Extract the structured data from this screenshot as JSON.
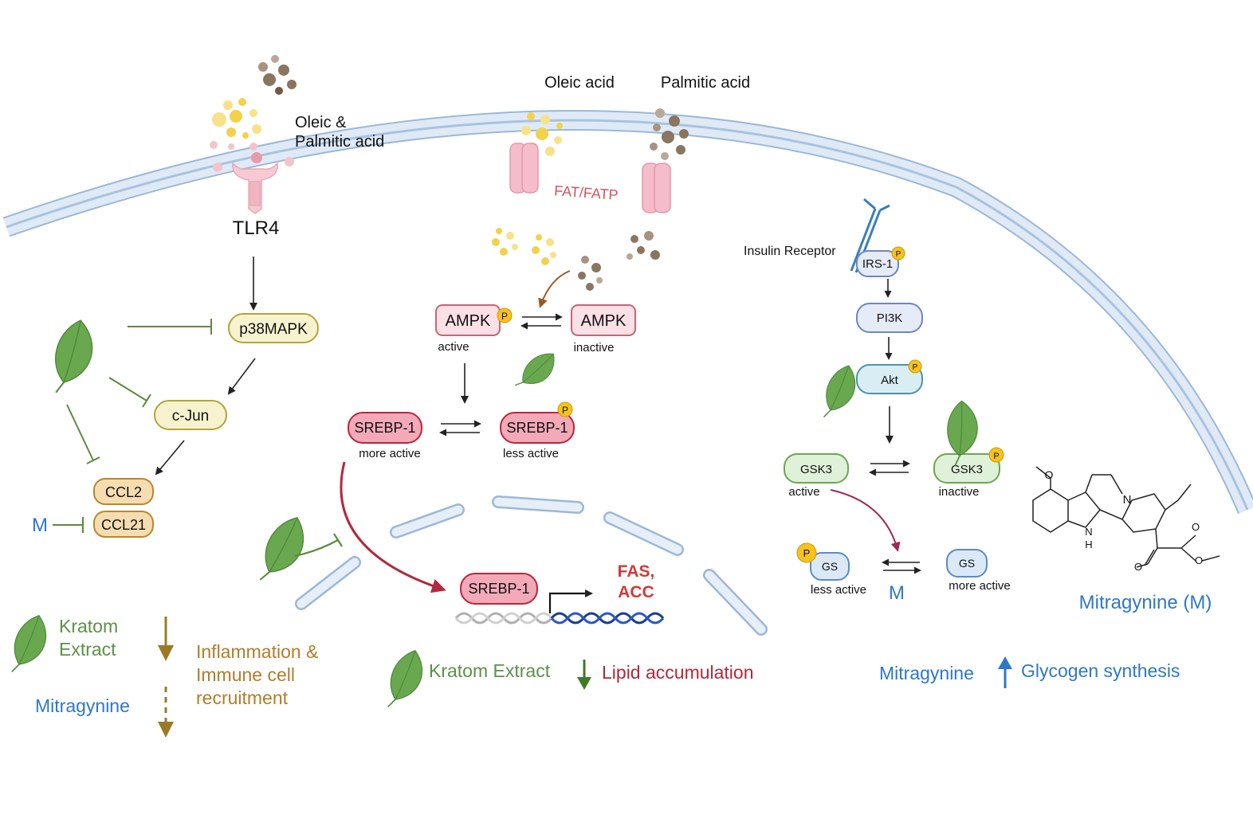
{
  "colors": {
    "membrane": "#c6d9ee",
    "membrane_edge": "#9db8d6",
    "leaf": "#6aa84f",
    "leaf_dark": "#4e8a3a",
    "inhibit_green": "#5e8a3c",
    "kratom_text": "#5c9147",
    "brown_text": "#b07d2b",
    "brown_arrow": "#9a7a25",
    "blue_text": "#2f78c4",
    "red_text": "#b3283c",
    "oleic_dot": "#f2d24b",
    "palmitic_dot": "#8a7560",
    "pink_receptor": "#f4b6c2",
    "p_badge": "#f6c21c"
  },
  "tlr4": {
    "ligand_label_line1": "Oleic &",
    "ligand_label_line2": "Palmitic acid",
    "receptor_label": "TLR4"
  },
  "inflammation": {
    "p38": "p38MAPK",
    "cjun": "c-Jun",
    "ccl2": "CCL2",
    "ccl21": "CCL21",
    "m_label": "M"
  },
  "transport": {
    "oleic_label": "Oleic acid",
    "palmitic_label": "Palmitic acid",
    "channel_label": "FAT/FATP"
  },
  "ampk": {
    "active_name": "AMPK",
    "active_state": "active",
    "inactive_name": "AMPK",
    "inactive_state": "inactive",
    "phospho": "P"
  },
  "srebp": {
    "left_name": "SREBP-1",
    "left_state": "more active",
    "right_name": "SREBP-1",
    "right_state": "less active",
    "nuclear_name": "SREBP-1",
    "targets_line1": "FAS,",
    "targets_line2": "ACC"
  },
  "insulin": {
    "receptor_label": "Insulin Receptor",
    "irs1": "IRS-1",
    "pi3k": "PI3K",
    "akt": "Akt",
    "gsk3_active_name": "GSK3",
    "gsk3_active_state": "active",
    "gsk3_inactive_name": "GSK3",
    "gsk3_inactive_state": "inactive",
    "gs_less_name": "GS",
    "gs_less_state": "less active",
    "gs_more_name": "GS",
    "gs_more_state": "more active",
    "m_label": "M"
  },
  "mitragynine": {
    "n_label": "N",
    "nh_label": "H",
    "nh_n": "N",
    "caption": "Mitragynine (M)"
  },
  "legend_left": {
    "kratom_line1": "Kratom",
    "kratom_line2": "Extract",
    "effect_line1": "Inflammation &",
    "effect_line2": "Immune cell",
    "effect_line3": "recruitment",
    "mitragynine": "Mitragynine"
  },
  "legend_middle": {
    "kratom": "Kratom Extract",
    "effect": "Lipid accumulation"
  },
  "legend_right": {
    "mitragynine": "Mitragynine",
    "effect": "Glycogen synthesis"
  }
}
